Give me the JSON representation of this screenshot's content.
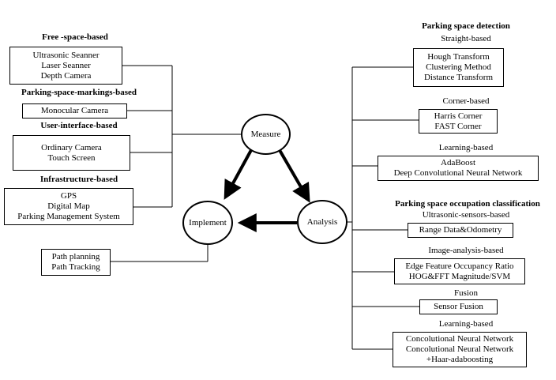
{
  "left": {
    "free_space": {
      "title": "Free -space-based",
      "items": [
        "Ultrasonic Seanner",
        "Laser Seanner",
        "Depth Camera"
      ]
    },
    "markings": {
      "title": "Parking-space-markings-based",
      "items": [
        "Monocular Camera"
      ]
    },
    "user_interface": {
      "title": "User-interface-based",
      "items": [
        "Ordinary Camera",
        "Touch Screen"
      ]
    },
    "infrastructure": {
      "title": "Infrastructure-based",
      "items": [
        "GPS",
        "Digital Map",
        "Parking Management System"
      ]
    },
    "path": {
      "items": [
        "Path planning",
        "Path Tracking"
      ]
    }
  },
  "center": {
    "measure": "Measure",
    "implement": "Implement",
    "analysis": "Analysis"
  },
  "right": {
    "detection_title": "Parking space detection",
    "straight": {
      "label": "Straight-based",
      "items": [
        "Hough Transform",
        "Clustering Method",
        "Distance Transform"
      ]
    },
    "corner": {
      "label": "Corner-based",
      "items": [
        "Harris Corner",
        "FAST Corner"
      ]
    },
    "learning_detection": {
      "label": "Learning-based",
      "items": [
        "AdaBoost",
        "Deep Convolutional Neural Network"
      ]
    },
    "occupation_title": "Parking space occupation classification",
    "ultrasonic": {
      "label": "Ultrasonic-sensors-based",
      "items": [
        "Range Data&Odometry"
      ]
    },
    "image": {
      "label": "Image-analysis-based",
      "items": [
        "Edge Feature Occupancy Ratio",
        "HOG&FFT Magnitude/SVM"
      ]
    },
    "fusion": {
      "label": "Fusion",
      "items": [
        "Sensor Fusion"
      ]
    },
    "learning_occupation": {
      "label": "Learning-based",
      "items": [
        "Concolutional Neural Network",
        "Concolutional Neural Network",
        "+Haar-adaboosting"
      ]
    }
  }
}
